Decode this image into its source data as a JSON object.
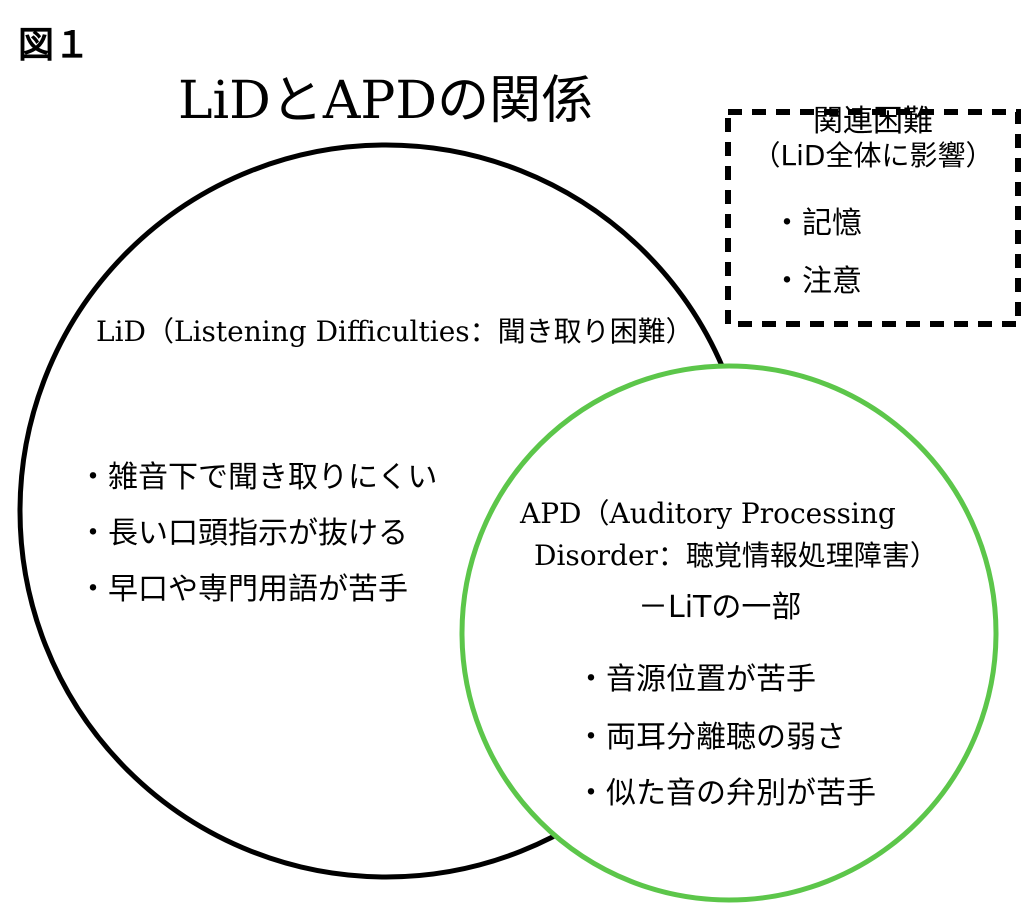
{
  "figure_label": "図１",
  "title": "LiDとAPDの関係",
  "related_box": {
    "heading": "関連困難",
    "subheading": "（LiD全体に影響）",
    "items": [
      "・記憶",
      "・注意"
    ]
  },
  "lid_circle": {
    "label": "LiD（Listening Difficulties：聞き取り困難）",
    "items": [
      "・雑音下で聞き取りにくい",
      "・長い口頭指示が抜ける",
      "・早口や専門用語が苦手"
    ],
    "stroke_color": "#000000"
  },
  "apd_circle": {
    "label_line1": "APD（Auditory Processing",
    "label_line2": "Disorder：聴覚情報処理障害）",
    "sub": "－LiTの一部",
    "items": [
      "・音源位置が苦手",
      "・両耳分離聴の弱さ",
      "・似た音の弁別が苦手"
    ],
    "stroke_color": "#5cc64a"
  }
}
